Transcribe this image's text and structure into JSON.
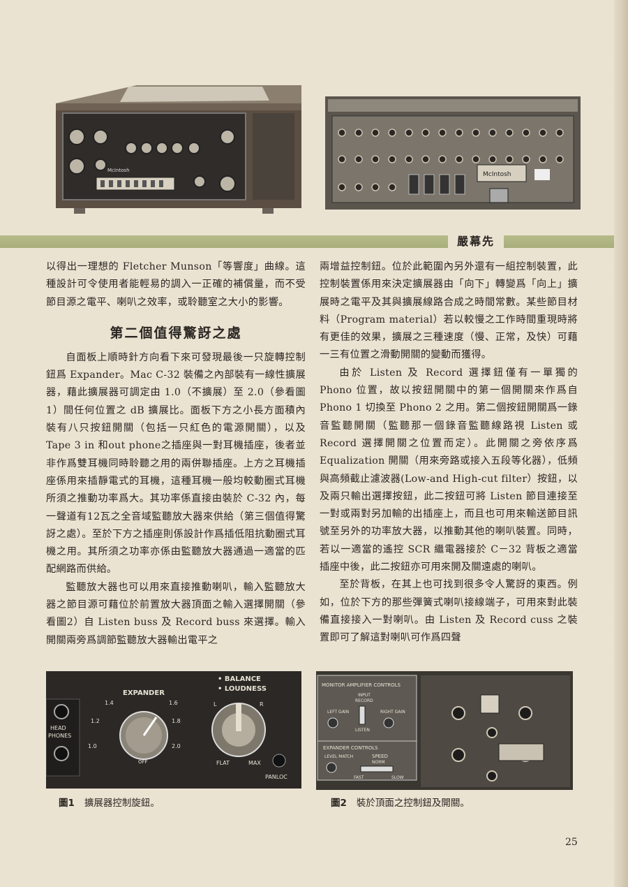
{
  "header": {
    "section_label": "嚴幕先"
  },
  "left_column": {
    "p1": "以得出一理想的 Fletcher Munson「等響度」曲線。這種設計可令使用者能輕易的調入一正確的補償量，而不受節目源之電平、喇叭之效率，或聆聽室之大小的影響。",
    "heading": "第二個值得驚訝之處",
    "p2": "自面板上順時針方向看下來可發現最後一只旋轉控制鈕爲 Expander。Mac C-32 裝備之內部裝有一線性擴展器，藉此擴展器可調定由 1.0（不擴展）至 2.0（參看圖 1）間任何位置之 dB 擴展比。面板下方之小長方面積內裝有八只按鈕開關（包括一只紅色的電源開關），以及 Tape 3 in 和out phone之插座與一對耳機插座，後者並非作爲雙耳機同時聆聽之用的兩併聯插座。上方之耳機插座係用來插靜電式的耳機，這種耳機一般均較動圈式耳機所須之推動功率爲大。其功率係直接由裝於 C-32 內，每一聲道有12瓦之全音域監聽放大器來供給（第三個值得驚訝之處）。至於下方之插座則係設計作爲插低阻抗動圈式耳機之用。其所須之功率亦係由監聽放大器通過一適當的匹配網路而供給。",
    "p3": "監聽放大器也可以用來直接推動喇叭，輸入監聽放大器之節目源可藉位於前置放大器頂面之輸入選擇開關（參看圖2）自 Listen buss 及 Record buss 來選擇。輸入開關兩旁爲調節監聽放大器輸出電平之"
  },
  "right_column": {
    "p1": "兩增益控制鈕。位於此範圍內另外還有一組控制裝置，此控制裝置係用來決定擴展器由「向下」轉變爲「向上」擴展時之電平及其與擴展線路合成之時間常數。某些節目材料（Program material）若以較慢之工作時間重現時將有更佳的效果，擴展之三種速度（慢、正常，及快）可藉一三有位置之滑動開關的變動而獲得。",
    "p2": "由於 Listen 及 Record 選擇鈕僅有一單獨的 Phono 位置，故以按鈕開關中的第一個開關來作爲自 Phono 1 切換至 Phono 2 之用。第二個按鈕開關爲一錄音監聽開關（監聽那一個錄音監聽線路視 Listen 或 Record 選擇開關之位置而定）。此開關之旁依序爲 Equalization 開關（用來旁路或接入五段等化器），低頻與高頻截止濾波器(Low-and High-cut filter）按鈕，以及兩只輸出選擇按鈕，此二按鈕可將 Listen 節目連接至一對或兩對另加輸的出插座上，而且也可用來輸送節目訊號至另外的功率放大器，以推動其他的喇叭裝置。同時，若以一適當的遙控 SCR 繼電器接於 C－32 背板之適當插座中後，此二按鈕亦可用來開及關遠處的喇叭。",
    "p3": "至於背板，在其上也可找到很多令人驚訝的東西。例如，位於下方的那些彈簧式喇叭接線端子，可用來對此裝備直接接入一對喇叭。由 Listen 及 Record cuss 之裝置即可了解這對喇叭可作爲四聲"
  },
  "figure1": {
    "label_expander": "EXPANDER",
    "label_balance": "• BALANCE",
    "label_loudness": "• LOUDNESS",
    "label_head": "HEAD",
    "label_phones": "PHONES",
    "label_off": "OFF",
    "label_flat": "FLAT",
    "label_max": "MAX",
    "label_panloc": "PANLOC",
    "label_l": "L",
    "label_r": "R",
    "tick_14": "1.4",
    "tick_16": "1.6",
    "tick_12": "1.2",
    "tick_18": "1.8",
    "tick_10": "1.0",
    "tick_20": "2.0",
    "caption_number": "圖1",
    "caption_text": "擴展器控制旋鈕。"
  },
  "figure2": {
    "label_monitor": "MONITOR AMPLIFIER CONTROLS",
    "label_input": "INPUT",
    "label_record": "RECORD",
    "label_listen": "LISTEN",
    "label_left_gain": "LEFT GAIN",
    "label_right_gain": "RIGHT GAIN",
    "label_expander_controls": "EXPANDER CONTROLS",
    "label_level_match": "LEVEL MATCH",
    "label_speed": "SPEED",
    "label_norm": "NORM",
    "label_fast": "FAST",
    "label_slow": "SLOW",
    "caption_number": "圖2",
    "caption_text": "裝於頂面之控制鈕及開關。"
  },
  "figure_front": {
    "brand": "McIntosh"
  },
  "figure_rear": {
    "brand": "McIntosh"
  },
  "page_number": "25"
}
